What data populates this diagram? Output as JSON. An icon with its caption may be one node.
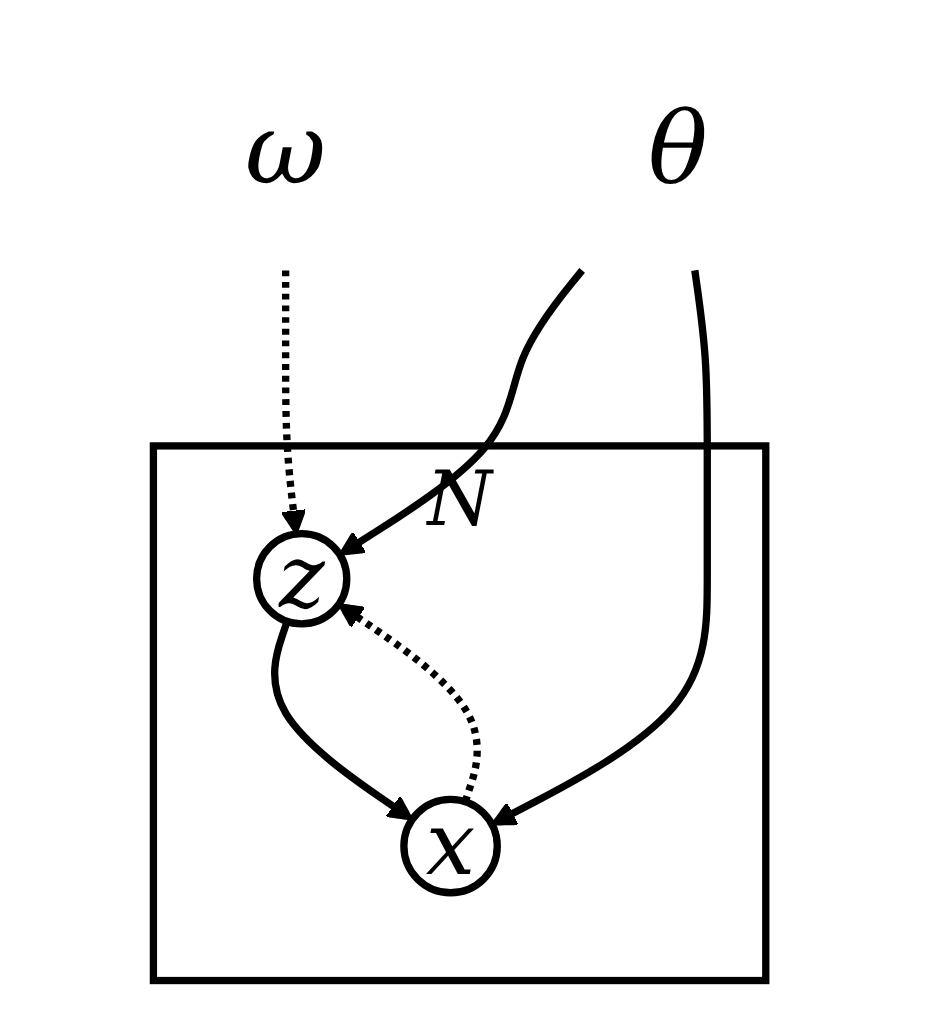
{
  "diagram": {
    "nodes": [
      {
        "text": [
          "N"
        ]
      },
      {
        "text": [
          "z"
        ],
        "in": 0
      },
      {
        "text": [
          "x"
        ],
        "in": 0
      },
      {
        "text": [
          "ω"
        ]
      },
      {
        "text": [
          "θ"
        ]
      }
    ],
    "edges": [
      {
        "from": 3,
        "to": 1,
        "arrow": "to",
        "style": "dashed"
      },
      {
        "from": 4,
        "to": 1,
        "arrow": "to"
      },
      {
        "from": 1,
        "to": 2,
        "arrow": "to"
      },
      {
        "from": 4,
        "to": 2,
        "arrow": "to"
      },
      {
        "from": 2,
        "to": 1,
        "arrow": "to",
        "style": "dashed"
      }
    ]
  }
}
